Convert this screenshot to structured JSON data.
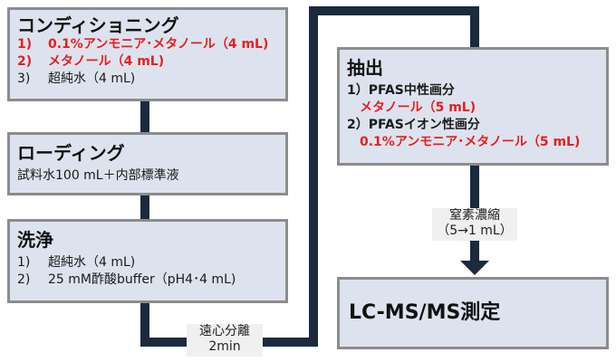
{
  "steps": {
    "conditioning": {
      "title": "コンディショニング",
      "items": [
        {
          "num": "1)",
          "text": "0.1%アンモニア･メタノール（4 mL)"
        },
        {
          "num": "2)",
          "text": "メタノール（4 mL)"
        },
        {
          "num": "3)",
          "text": "超純水（4 mL)"
        }
      ]
    },
    "loading": {
      "title": "ローディング",
      "text": "試料水100 mL＋内部標準液"
    },
    "washing": {
      "title": "洗浄",
      "items": [
        {
          "num": "1)",
          "text": "超純水（4 mL)"
        },
        {
          "num": "2)",
          "text": "25 mM酢酸buffer（pH4･4 mL)"
        }
      ]
    },
    "extraction": {
      "title": "抽出",
      "items": [
        {
          "label": "1）PFAS中性画分",
          "value": "メタノール（5 mL)"
        },
        {
          "label": "2）PFASイオン性画分",
          "value": "0.1%アンモニア･メタノール（5 mL)"
        }
      ]
    },
    "measurement": {
      "title": "LC-MS/MS測定"
    }
  },
  "connectors": {
    "centrifuge": {
      "line1": "遠心分離",
      "line2": "2min"
    },
    "concentration": {
      "line1": "窒素濃縮",
      "line2": "（5→1 mL）"
    }
  },
  "colors": {
    "box_fill": "#dde3ee",
    "box_border": "#8c8c8c",
    "connector": "#1b2a3d",
    "highlight": "#e81e1e"
  }
}
